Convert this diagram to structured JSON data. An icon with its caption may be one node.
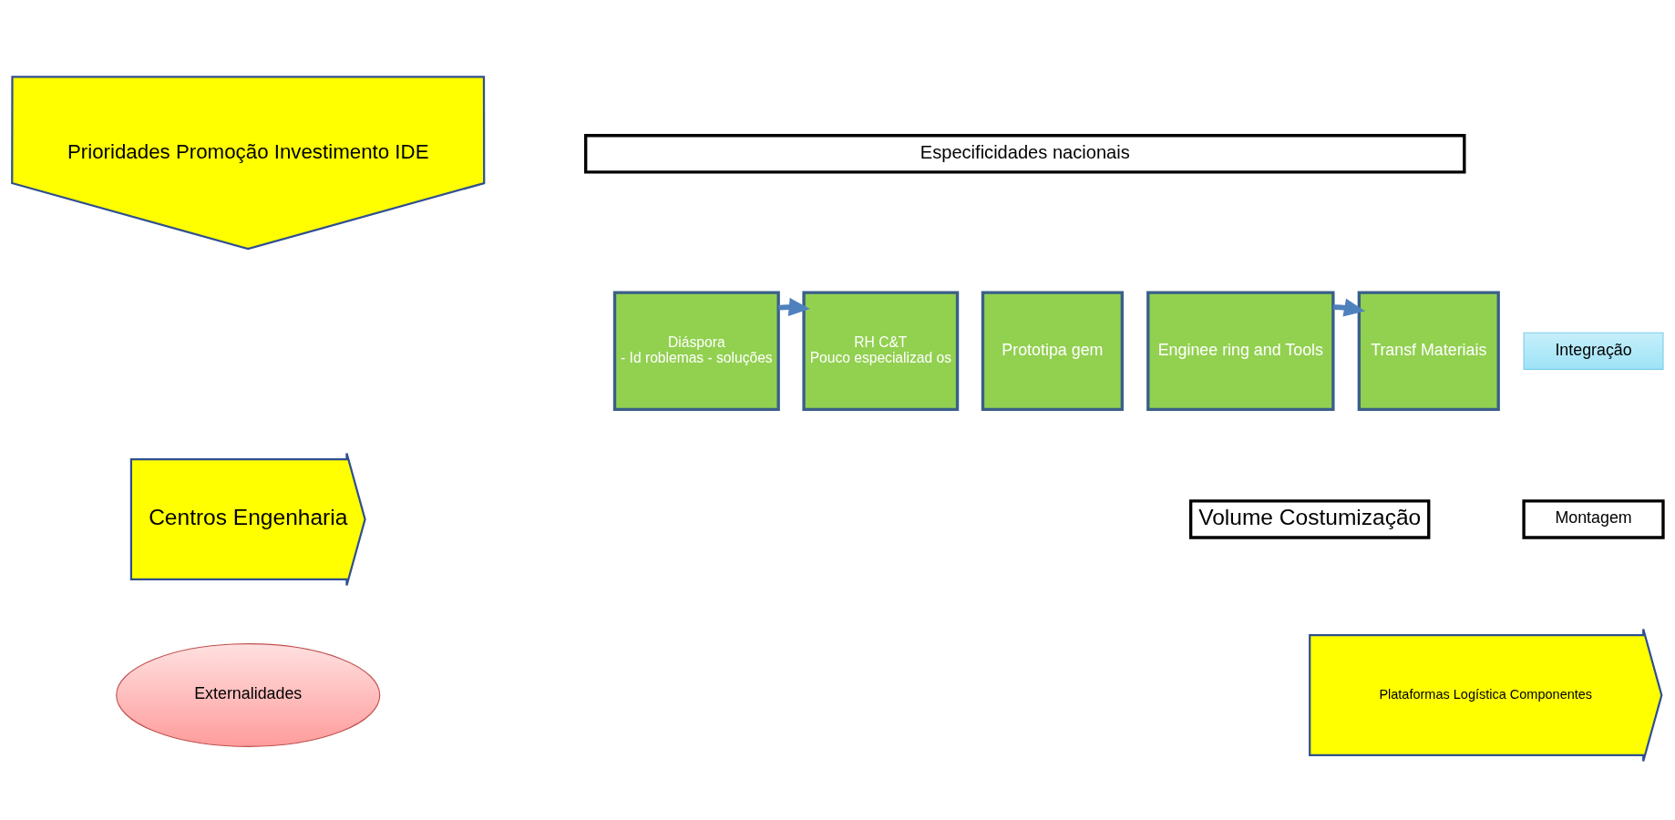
{
  "diagram": {
    "nodes": [
      {
        "text": [
          "Prioridades Promoção Investimento IDE"
        ]
      },
      {
        "text": [
          "Especificidades nacionais"
        ]
      },
      {
        "text": [
          "Diáspora",
          "- Id roblemas - soluções"
        ]
      },
      {
        "text": [
          "RH C&T",
          "Pouco especializad os"
        ]
      },
      {
        "text": [
          "Prototipa gem"
        ]
      },
      {
        "text": [
          "Enginee ring and Tools"
        ]
      },
      {
        "text": [
          "Transf Materiais"
        ]
      },
      {
        "text": [
          "Integração"
        ]
      },
      {
        "text": [
          "Montagem"
        ]
      },
      {
        "text": [
          "Volume Costumização"
        ]
      },
      {
        "text": [
          "Centros Engenharia"
        ]
      },
      {
        "text": [
          "Externalidades"
        ]
      },
      {
        "text": [
          "Plataformas Logística Componentes"
        ]
      }
    ],
    "edges": [
      {
        "from": 2,
        "to": 3,
        "arrow": "to"
      },
      {
        "from": 5,
        "to": 6,
        "arrow": "to"
      }
    ]
  }
}
